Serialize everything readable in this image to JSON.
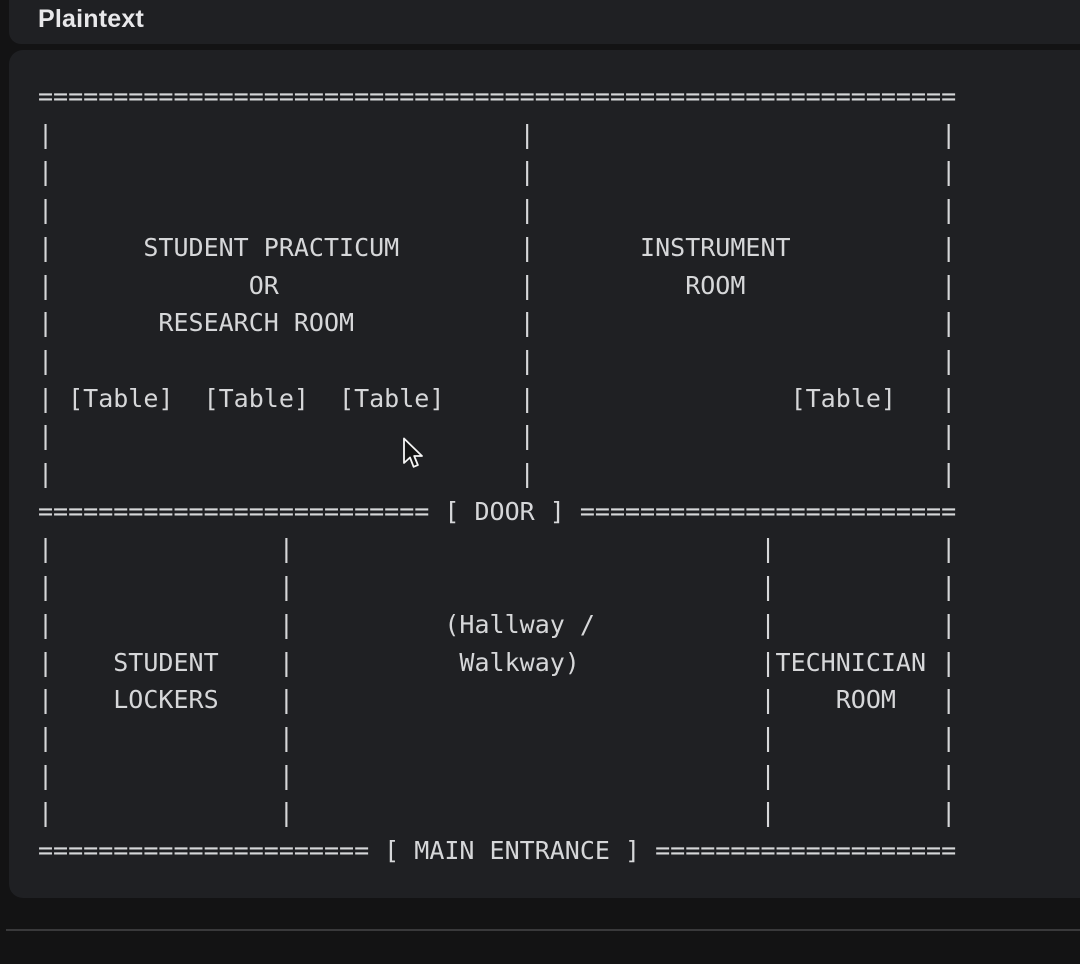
{
  "code_block": {
    "header": {
      "language_label": "Plaintext"
    },
    "ascii_art": {
      "lines": [
        "=============================================================",
        "|                               |                           |",
        "|                               |                           |",
        "|                               |                           |",
        "|      STUDENT PRACTICUM        |       INSTRUMENT          |",
        "|             OR                |          ROOM             |",
        "|       RESEARCH ROOM           |                           |",
        "|                               |                           |",
        "| [Table]  [Table]  [Table]     |                 [Table]   |",
        "|                               |                           |",
        "|                               |                           |",
        "========================== [ DOOR ] =========================",
        "|               |                               |           |",
        "|               |                               |           |",
        "|               |          (Hallway /           |           |",
        "|    STUDENT    |           Walkway)            |TECHNICIAN |",
        "|    LOCKERS    |                               |    ROOM   |",
        "|               |                               |           |",
        "|               |                               |           |",
        "|               |                               |           |",
        "====================== [ MAIN ENTRANCE ] ===================="
      ]
    }
  },
  "colors": {
    "page_background": "#131314",
    "panel_background": "#1f2023",
    "code_text": "#d6d7d9",
    "label_text": "#e8e8ea",
    "divider": "#39393b"
  }
}
